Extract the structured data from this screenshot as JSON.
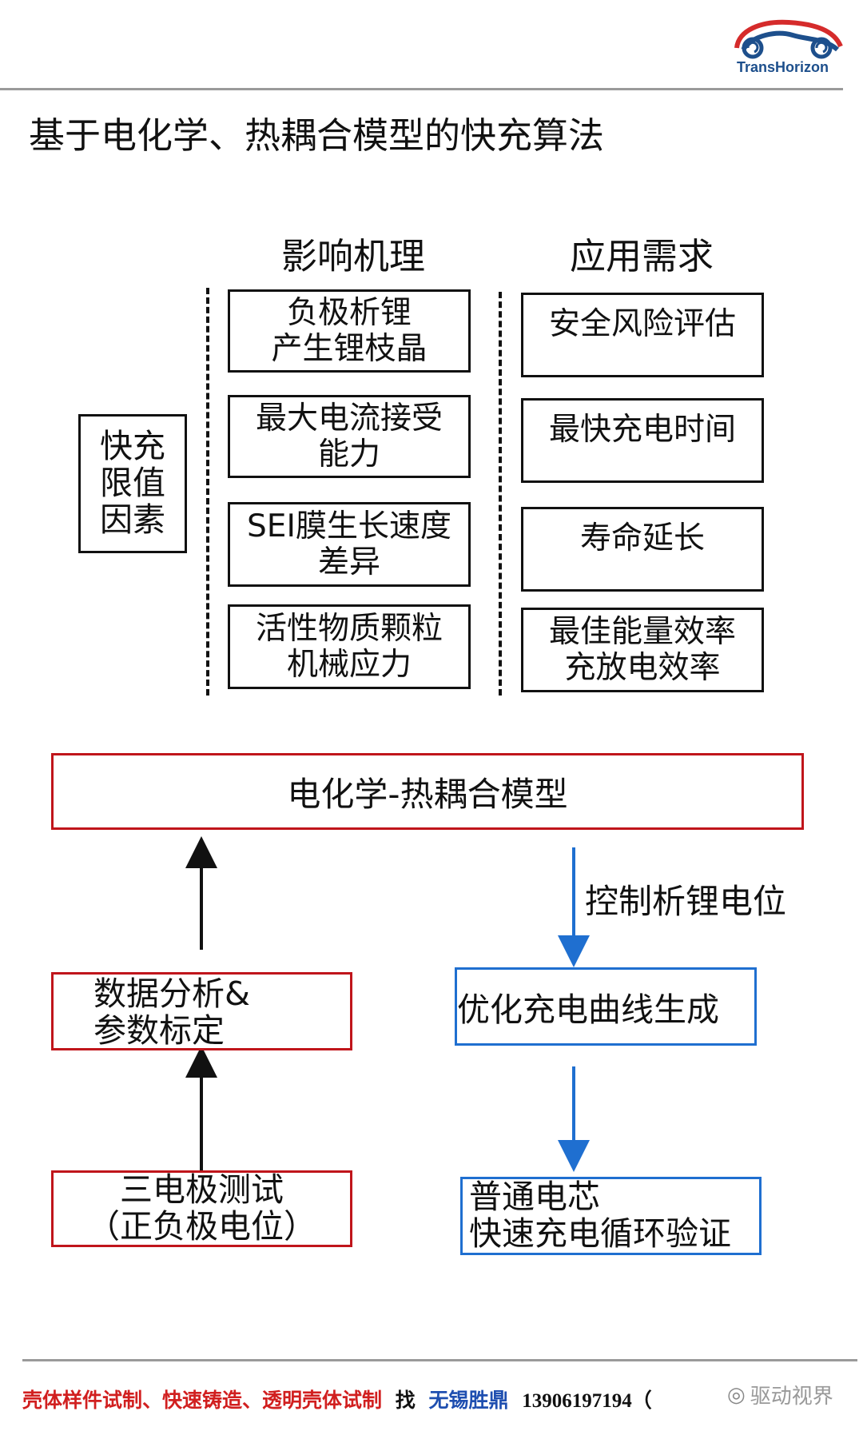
{
  "logo": {
    "text": "TransHorizon",
    "brand_color": "#1d4f8c",
    "accent_color": "#d52b2b"
  },
  "page_title": "基于电化学、热耦合模型的快充算法",
  "section_heads": {
    "mechanism": "影响机理",
    "demand": "应用需求"
  },
  "factor_box": {
    "lines": [
      "快充",
      "限值",
      "因素"
    ]
  },
  "mechanisms": [
    {
      "line1": "负极析锂",
      "line2": "产生锂枝晶"
    },
    {
      "line1": "最大电流接受",
      "line2": "能力"
    },
    {
      "line1": "SEI膜生长速度",
      "line2": "差异"
    },
    {
      "line1": "活性物质颗粒",
      "line2": "机械应力"
    }
  ],
  "demands": [
    {
      "line1": "安全风险评估",
      "line2": ""
    },
    {
      "line1": "最快充电时间",
      "line2": ""
    },
    {
      "line1": "寿命延长",
      "line2": ""
    },
    {
      "line1": "最佳能量效率",
      "line2": "充放电效率"
    }
  ],
  "model_box": "电化学-热耦合模型",
  "arrow_label": "控制析锂电位",
  "left_flow": {
    "analysis": {
      "line1": "数据分析&",
      "line2": "参数标定"
    },
    "test": {
      "line1": "三电极测试",
      "line2": "（正负极电位）"
    }
  },
  "right_flow": {
    "optimize": "优化充电曲线生成",
    "verify": {
      "line1": "普通电芯",
      "line2": "快速充电循环验证"
    }
  },
  "footer": {
    "service": "壳体样件试制、快速铸造、透明壳体试制",
    "find": "找",
    "company": "无锡胜鼎",
    "phone": "13906197194（",
    "watermark": "驱动视界"
  },
  "colors": {
    "red": "#c0151b",
    "blue": "#1f6fd0",
    "footer_red": "#d11f1f",
    "footer_blue": "#1f4fb0"
  }
}
